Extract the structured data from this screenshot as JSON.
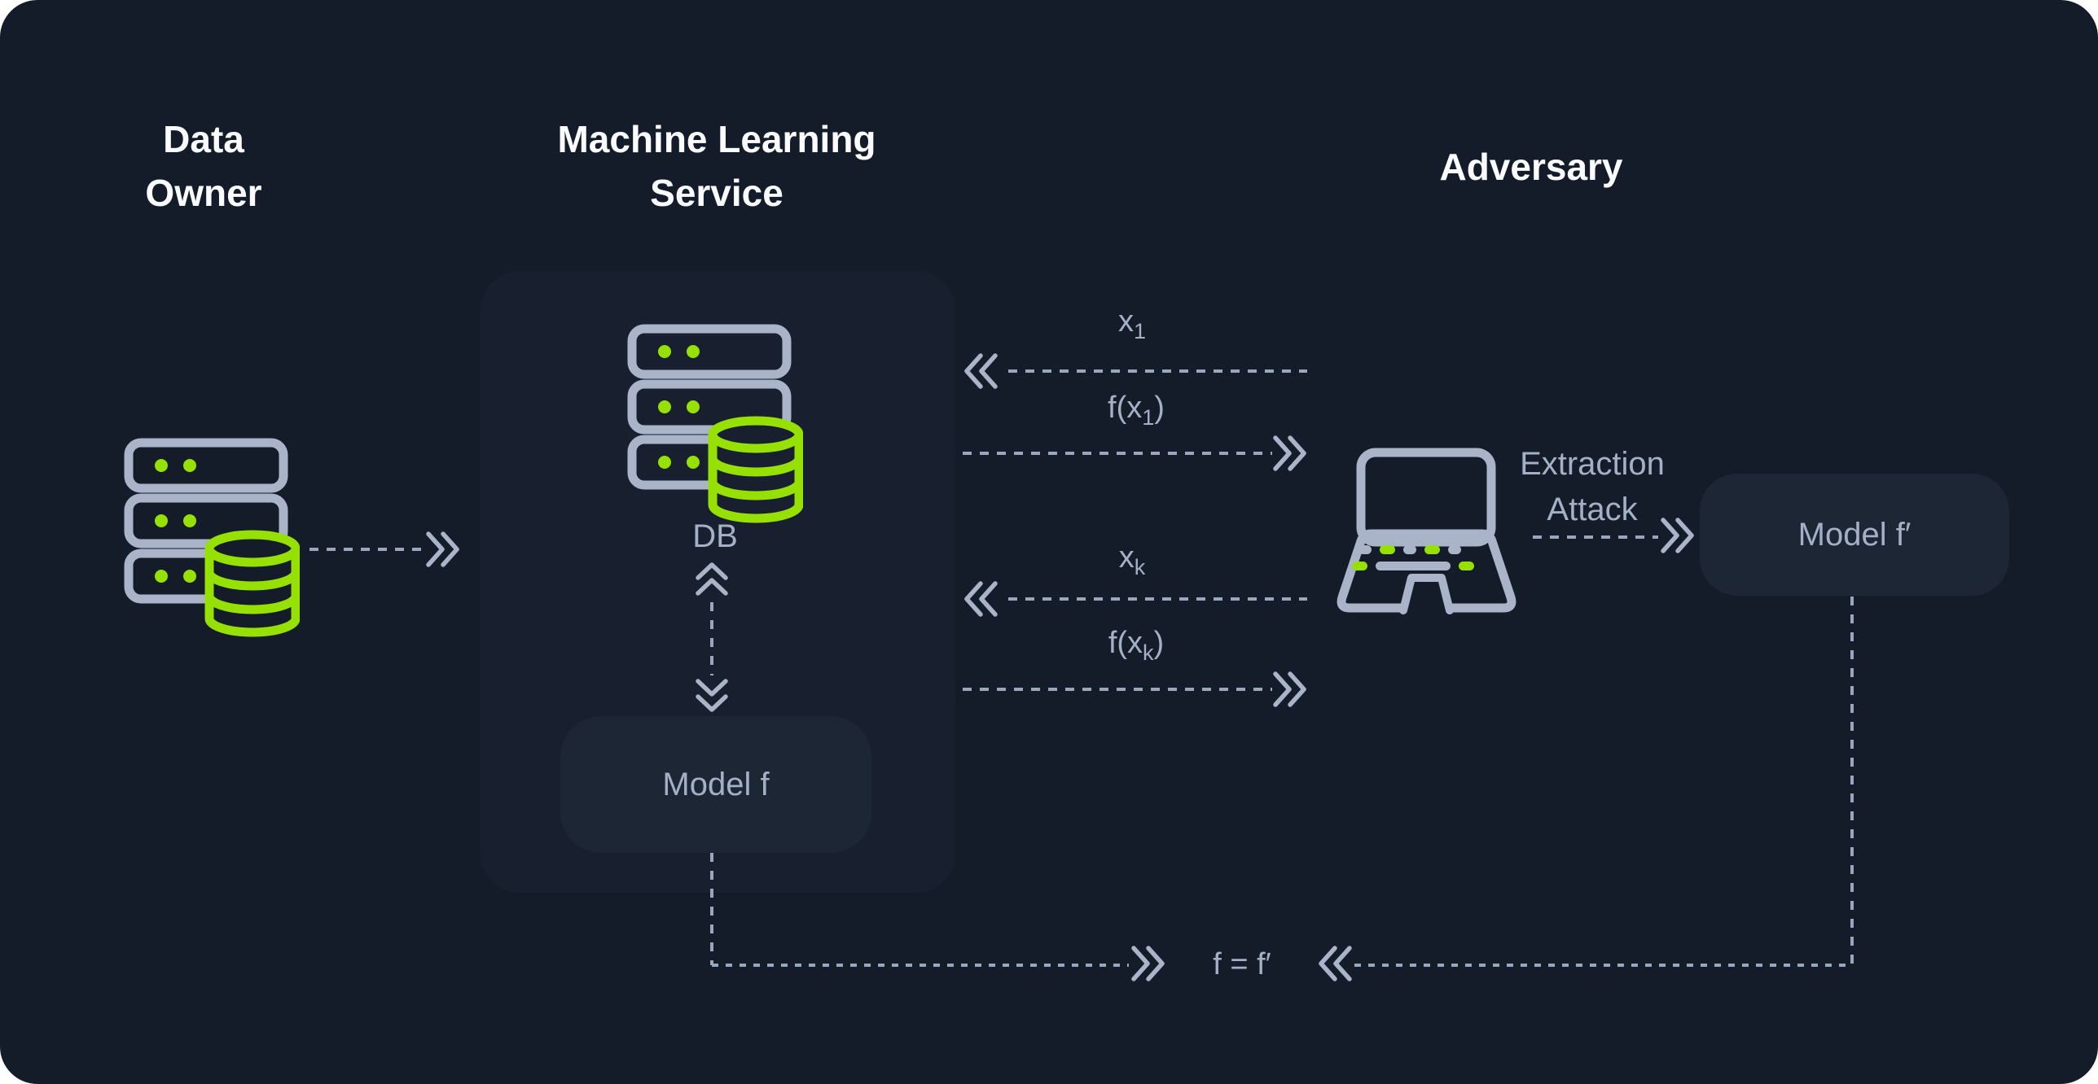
{
  "titles": {
    "data_owner": {
      "line1": "Data",
      "line2": "Owner"
    },
    "ml_service": {
      "line1": "Machine Learning",
      "line2": "Service"
    },
    "adversary": "Adversary"
  },
  "ml_panel": {
    "db_label": "DB",
    "model_label": "Model f"
  },
  "adversary_side": {
    "extraction_line1": "Extraction",
    "extraction_line2": "Attack",
    "model_label": "Model f′"
  },
  "queries": {
    "x1": {
      "pre": "x",
      "sub": "1",
      "post": ""
    },
    "fx1": {
      "pre": "f(x",
      "sub": "1",
      "post": ")"
    },
    "xk": {
      "pre": "x",
      "sub": "k",
      "post": ""
    },
    "fxk": {
      "pre": "f(x",
      "sub": "k",
      "post": ")"
    }
  },
  "equation": "f = f′",
  "icons": {
    "data_owner": "server-database-icon",
    "ml_service": "server-database-icon",
    "adversary": "laptop-icon"
  },
  "colors": {
    "background": "#141b29",
    "panel": "#182030",
    "box": "#1d2635",
    "icon_gray": "#a9b4c8",
    "accent_green": "#97e004",
    "dash": "#9aa6bc",
    "label_text": "#a4b0c5",
    "heading_text": "#fafcff"
  }
}
